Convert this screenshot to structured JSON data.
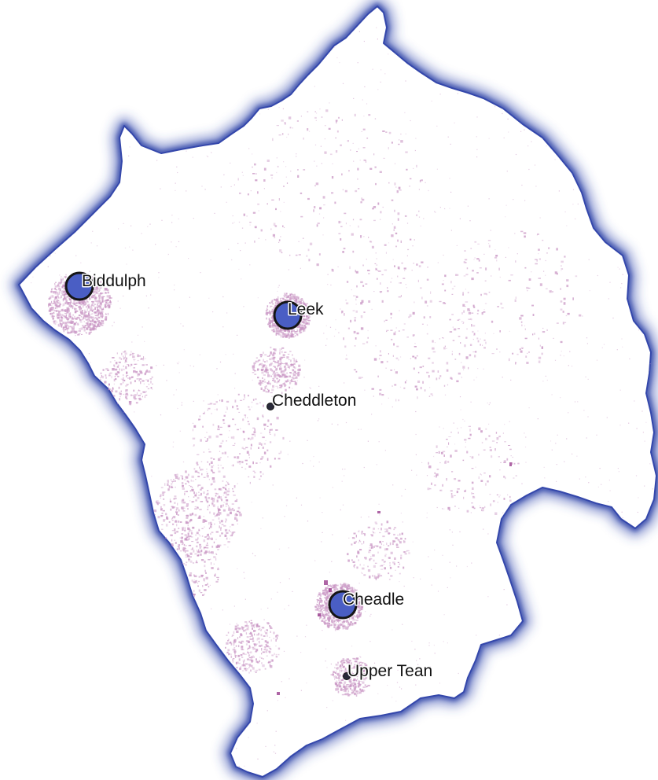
{
  "map": {
    "boundary_color": "#3a4fb0",
    "fill_color": "#ffffff",
    "urban_color": "#c996c4",
    "town_fill": "#4a5ec4",
    "town_stroke": "#151515"
  },
  "towns": [
    {
      "id": "biddulph",
      "name": "Biddulph",
      "size": "large"
    },
    {
      "id": "leek",
      "name": "Leek",
      "size": "large"
    },
    {
      "id": "cheddleton",
      "name": "Cheddleton",
      "size": "small"
    },
    {
      "id": "cheadle",
      "name": "Cheadle",
      "size": "large"
    },
    {
      "id": "upper-tean",
      "name": "Upper Tean",
      "size": "small"
    }
  ]
}
